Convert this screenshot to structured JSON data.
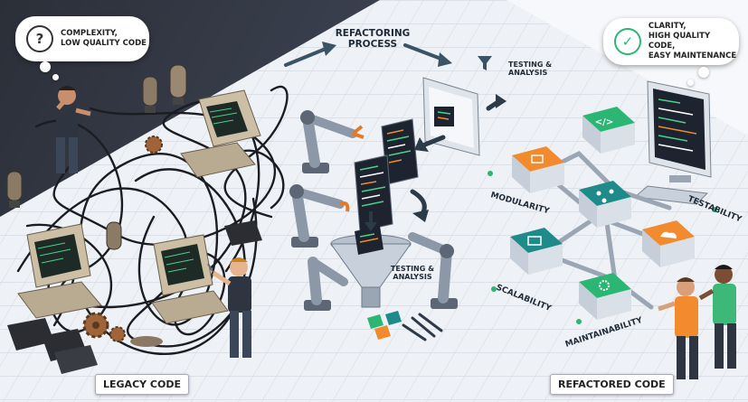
{
  "left_bubble": {
    "text": "COMPLEXITY,\nLOW QUALITY CODE",
    "icon": "question-icon",
    "icon_color": "#333333"
  },
  "right_bubble": {
    "text": "CLARITY,\nHIGH QUALITY CODE,\nEASY MAINTENANCE",
    "icon": "check-icon",
    "icon_color": "#2bb673"
  },
  "process_title": "REFACTORING\nPROCESS",
  "testing_label_top": "TESTING &\nANALYSIS",
  "testing_label_mid": "TESTING &\nANALYSIS",
  "qualities": {
    "modularity": "MODULARITY",
    "testability": "TESTABILITY",
    "scalability": "SCALABILITY",
    "maintainability": "MAINTAINABILITY"
  },
  "footer_left": "LEGACY CODE",
  "footer_right": "REFACTORED CODE",
  "colors": {
    "dark_bg": "#2b2f38",
    "teal": "#1f8a8a",
    "orange": "#f28a2e",
    "green": "#3cb878",
    "robot": "#8c98a8"
  }
}
